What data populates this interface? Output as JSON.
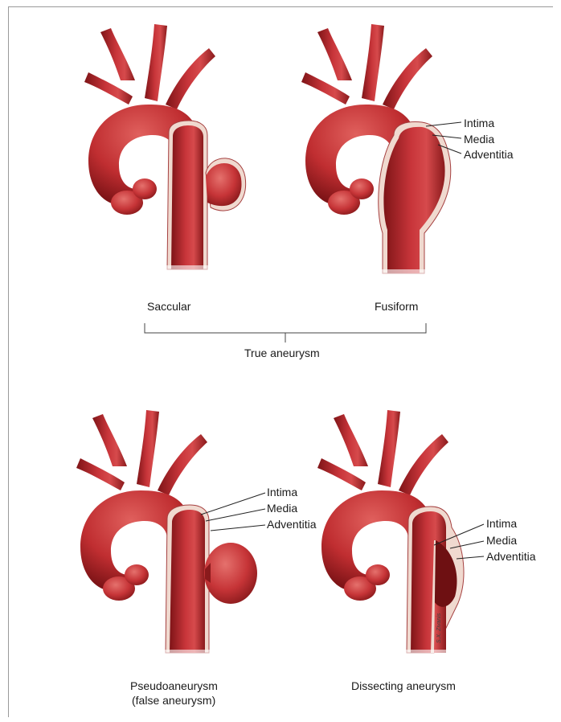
{
  "captions": {
    "saccular": "Saccular",
    "fusiform": "Fusiform",
    "true_aneurysm": "True aneurysm",
    "pseudo_line1": "Pseudoaneurysm",
    "pseudo_line2": "(false aneurysm)",
    "dissecting": "Dissecting aneurysm"
  },
  "layers": {
    "fusiform": [
      "Intima",
      "Media",
      "Adventitia"
    ],
    "pseudo": [
      "Intima",
      "Media",
      "Adventitia"
    ],
    "dissecting": [
      "Intima",
      "Media",
      "Adventitia"
    ]
  },
  "signature": "S.X. Zivanis",
  "colors": {
    "vessel": "#b8282a",
    "vessel_dark": "#7e1417",
    "vessel_light": "#e26a66",
    "wall": "#f0d9cf",
    "leader": "#222222"
  }
}
